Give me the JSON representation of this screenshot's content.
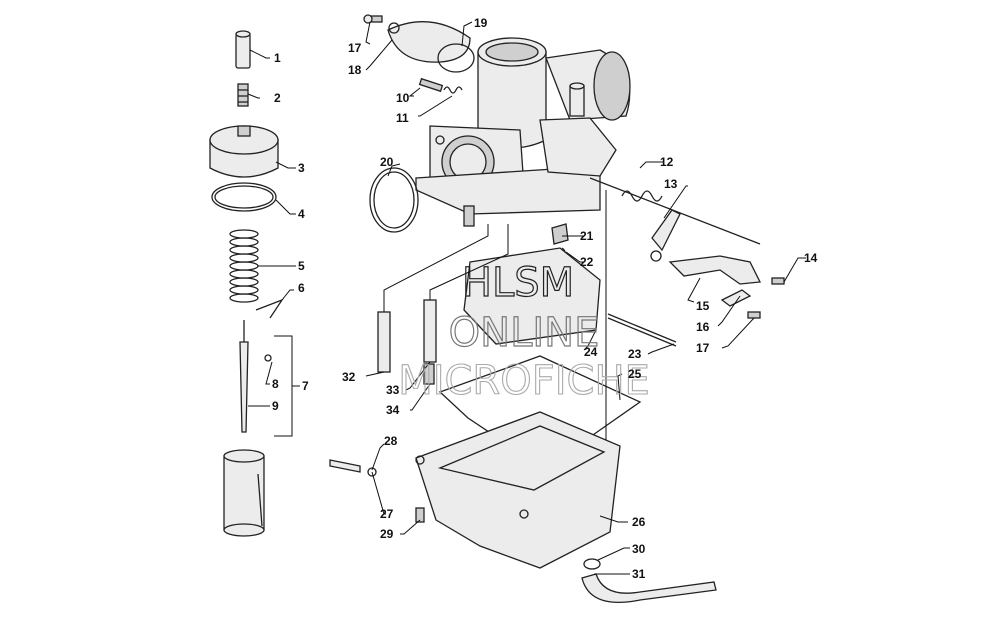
{
  "diagram": {
    "callouts": [
      {
        "id": "1",
        "label": "1"
      },
      {
        "id": "2",
        "label": "2"
      },
      {
        "id": "3",
        "label": "3"
      },
      {
        "id": "4",
        "label": "4"
      },
      {
        "id": "5",
        "label": "5"
      },
      {
        "id": "6",
        "label": "6"
      },
      {
        "id": "7",
        "label": "7"
      },
      {
        "id": "8",
        "label": "8"
      },
      {
        "id": "9",
        "label": "9"
      },
      {
        "id": "10",
        "label": "10"
      },
      {
        "id": "11",
        "label": "11"
      },
      {
        "id": "12",
        "label": "12"
      },
      {
        "id": "13",
        "label": "13"
      },
      {
        "id": "14",
        "label": "14"
      },
      {
        "id": "15",
        "label": "15"
      },
      {
        "id": "16",
        "label": "16"
      },
      {
        "id": "17a",
        "label": "17"
      },
      {
        "id": "17b",
        "label": "17"
      },
      {
        "id": "18",
        "label": "18"
      },
      {
        "id": "19",
        "label": "19"
      },
      {
        "id": "20",
        "label": "20"
      },
      {
        "id": "21",
        "label": "21"
      },
      {
        "id": "22",
        "label": "22"
      },
      {
        "id": "23",
        "label": "23"
      },
      {
        "id": "24",
        "label": "24"
      },
      {
        "id": "25",
        "label": "25"
      },
      {
        "id": "26",
        "label": "26"
      },
      {
        "id": "27",
        "label": "27"
      },
      {
        "id": "28",
        "label": "28"
      },
      {
        "id": "29",
        "label": "29"
      },
      {
        "id": "30",
        "label": "30"
      },
      {
        "id": "31",
        "label": "31"
      },
      {
        "id": "32",
        "label": "32"
      },
      {
        "id": "33",
        "label": "33"
      },
      {
        "id": "34",
        "label": "34"
      }
    ]
  },
  "watermark": {
    "line1": "HLSM",
    "line2": "ONLINE",
    "line3": "MICROFICHE"
  }
}
